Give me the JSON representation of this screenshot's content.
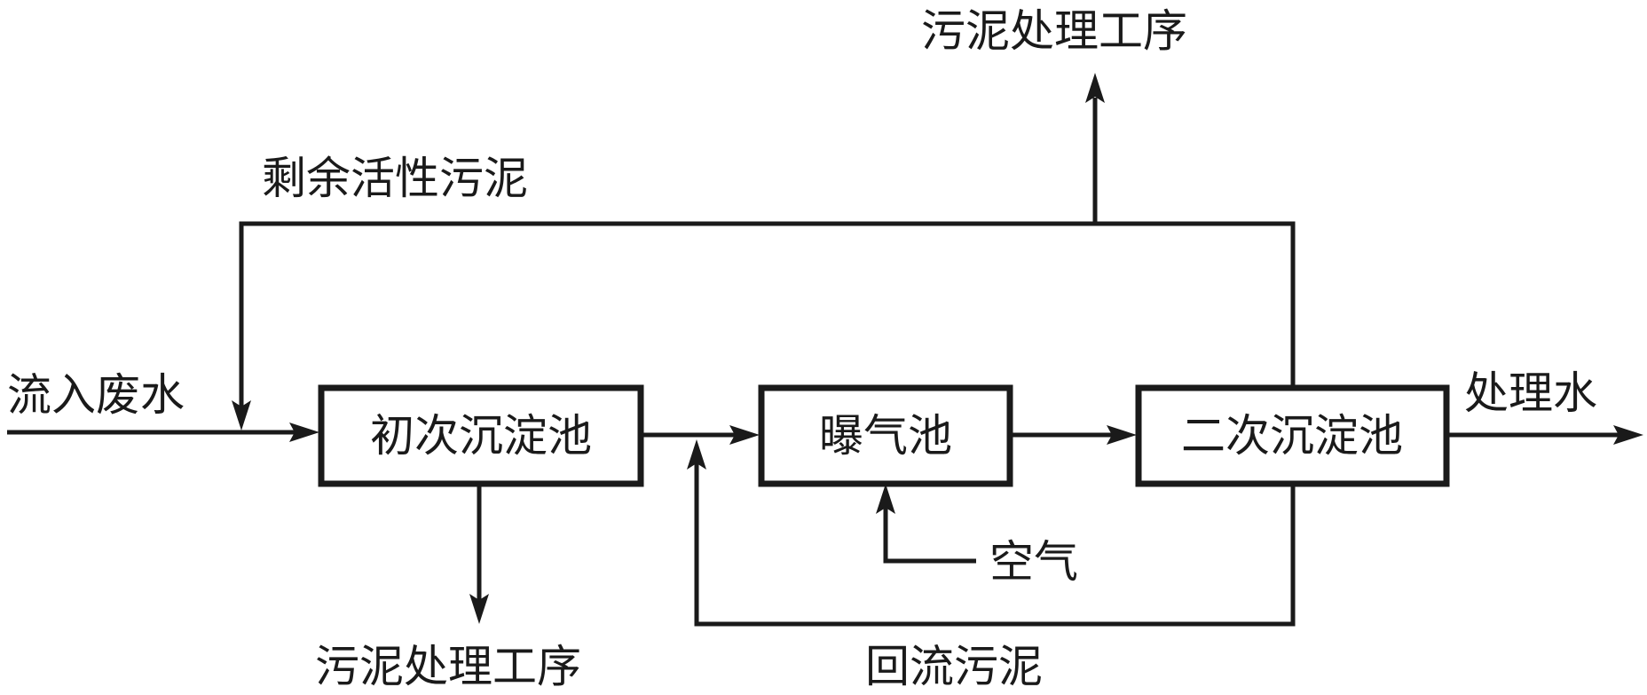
{
  "diagram": {
    "title": "",
    "nodes": {
      "primary_clarifier": "初次沉淀池",
      "aeration_tank": "曝气池",
      "secondary_clarifier": "二次沉淀池"
    },
    "labels": {
      "influent": "流入废水",
      "effluent": "处理水",
      "air": "空气",
      "excess_sludge": "剩余活性污泥",
      "return_sludge": "回流污泥",
      "sludge_treatment_top": "污泥处理工序",
      "sludge_treatment_bottom": "污泥处理工序"
    },
    "edges": [
      {
        "from": "influent",
        "to": "primary_clarifier"
      },
      {
        "from": "primary_clarifier",
        "to": "aeration_tank"
      },
      {
        "from": "aeration_tank",
        "to": "secondary_clarifier"
      },
      {
        "from": "secondary_clarifier",
        "to": "effluent"
      },
      {
        "from": "air",
        "to": "aeration_tank"
      },
      {
        "from": "primary_clarifier",
        "to": "sludge_treatment_bottom"
      },
      {
        "from": "secondary_clarifier",
        "to": "influent",
        "label": "excess_sludge"
      },
      {
        "from": "secondary_clarifier",
        "to": "sludge_treatment_top"
      },
      {
        "from": "secondary_clarifier",
        "to": "aeration_tank",
        "label": "return_sludge"
      }
    ],
    "colors": {
      "stroke": "#1a1a1a",
      "background": "#ffffff"
    }
  }
}
